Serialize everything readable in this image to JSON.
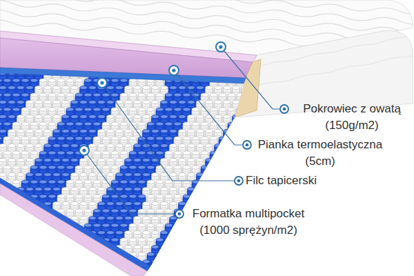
{
  "diagram": {
    "labels": [
      "Pokrowiec z owatą (150g/m2)",
      "Pianka termoelastyczna (5cm)",
      "Filc tapicerski",
      "Formatka multipocket (1000 sprężyn/m2)"
    ]
  }
}
